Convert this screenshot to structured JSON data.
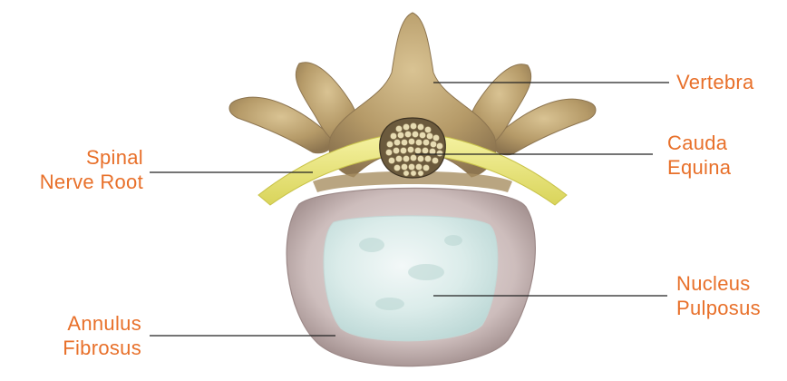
{
  "colors": {
    "label_text": "#e8702a",
    "leader_line": "#222222",
    "bone": "#b59a68",
    "nerve": "#ede97c",
    "annulus": "#c9b9b8",
    "nucleus": "#dfeeed"
  },
  "labels": {
    "vertebra": {
      "line1": "Vertebra"
    },
    "cauda_equina": {
      "line1": "Cauda",
      "line2": "Equina"
    },
    "spinal_nerve_root": {
      "line1": "Spinal",
      "line2": "Nerve Root"
    },
    "nucleus_pulposus": {
      "line1": "Nucleus",
      "line2": "Pulposus"
    },
    "annulus_fibrosus": {
      "line1": "Annulus",
      "line2": "Fibrosus"
    }
  }
}
